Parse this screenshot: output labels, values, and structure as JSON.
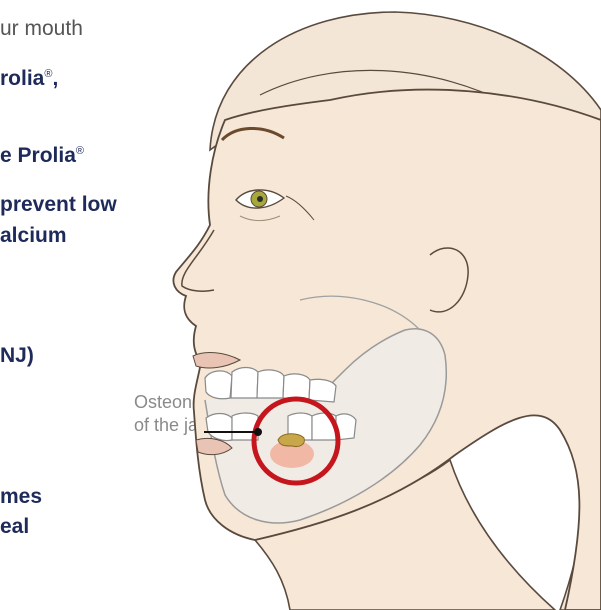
{
  "text_lines": {
    "line1": "ur mouth",
    "line2": "rolia",
    "line2_suffix": ",",
    "line3": "e Prolia",
    "line4": "prevent low",
    "line5": "alcium",
    "line6": "NJ)",
    "line7": "mes",
    "line8": "eal"
  },
  "registered_mark": "®",
  "callout": {
    "line1": "Osteonecrosis",
    "line2": "of the jaw"
  },
  "colors": {
    "skin": "#f6e7d6",
    "outline": "#5a4a3e",
    "hair": "#f1e3d3",
    "bone": "#eeeeee",
    "highlight_ring": "#c4161c",
    "body_text": "#1e2a5a",
    "eye_iris": "#a6a83a"
  }
}
